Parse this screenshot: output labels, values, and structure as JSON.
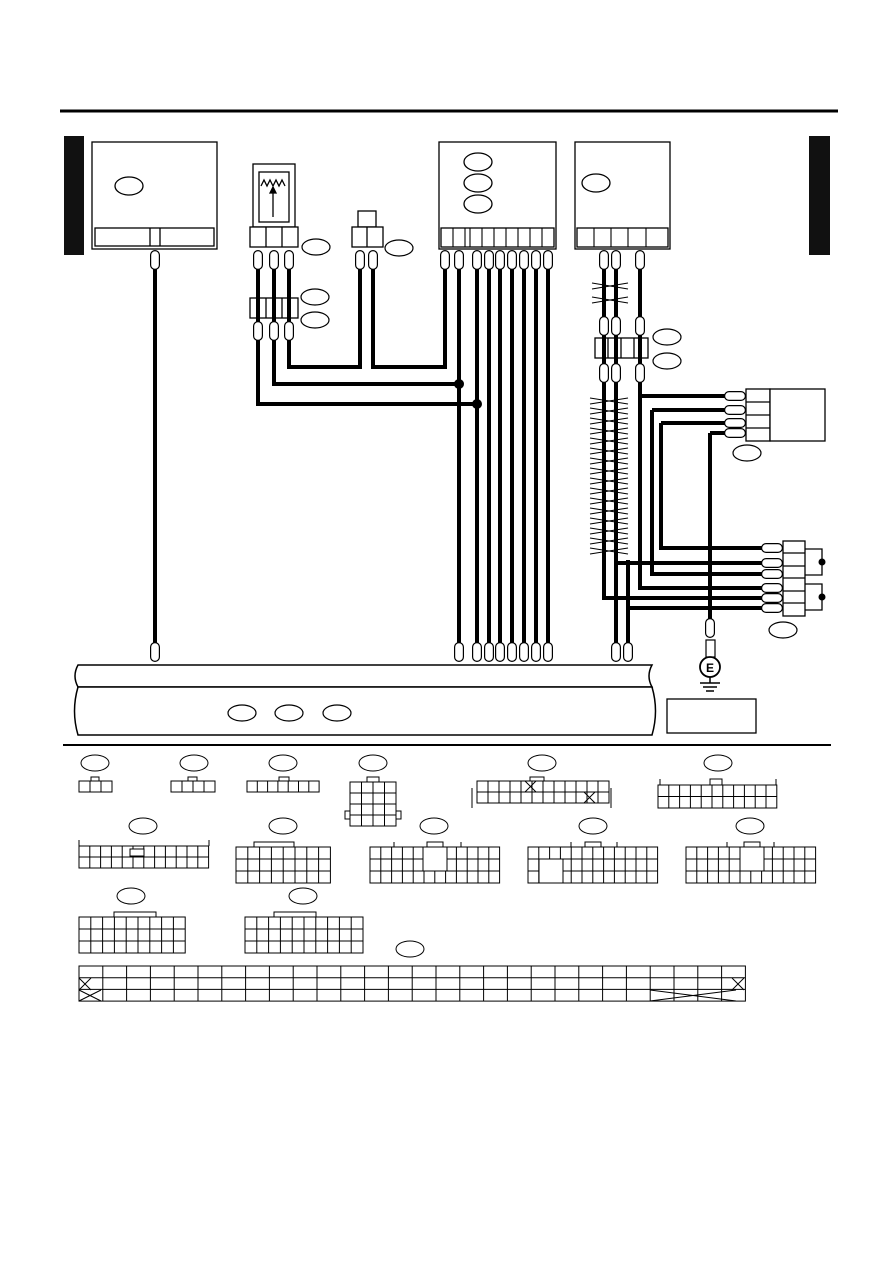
{
  "ground_symbol": {
    "letter": "E"
  },
  "colors": {
    "ink": "#000000",
    "paper": "#ffffff",
    "grey_pin": "#9a9a9a"
  },
  "upper_wires": [
    {
      "id": "w1"
    },
    {
      "id": "w2"
    },
    {
      "id": "w3"
    },
    {
      "id": "w4"
    },
    {
      "id": "w5"
    },
    {
      "id": "w6"
    },
    {
      "id": "w7"
    },
    {
      "id": "w8"
    },
    {
      "id": "w9"
    },
    {
      "id": "w10"
    },
    {
      "id": "w11"
    },
    {
      "id": "w12"
    },
    {
      "id": "w13"
    },
    {
      "id": "w14"
    },
    {
      "id": "w15"
    },
    {
      "id": "w16"
    },
    {
      "id": "w17"
    },
    {
      "id": "w18"
    }
  ],
  "connector_views": [
    {
      "id": "cv1"
    },
    {
      "id": "cv2"
    },
    {
      "id": "cv3"
    },
    {
      "id": "cv4"
    },
    {
      "id": "cv5"
    },
    {
      "id": "cv6"
    },
    {
      "id": "cv7"
    },
    {
      "id": "cv8"
    },
    {
      "id": "cv9"
    },
    {
      "id": "cv10"
    },
    {
      "id": "cv11"
    },
    {
      "id": "cv12"
    },
    {
      "id": "cv13"
    },
    {
      "id": "cv14"
    }
  ]
}
